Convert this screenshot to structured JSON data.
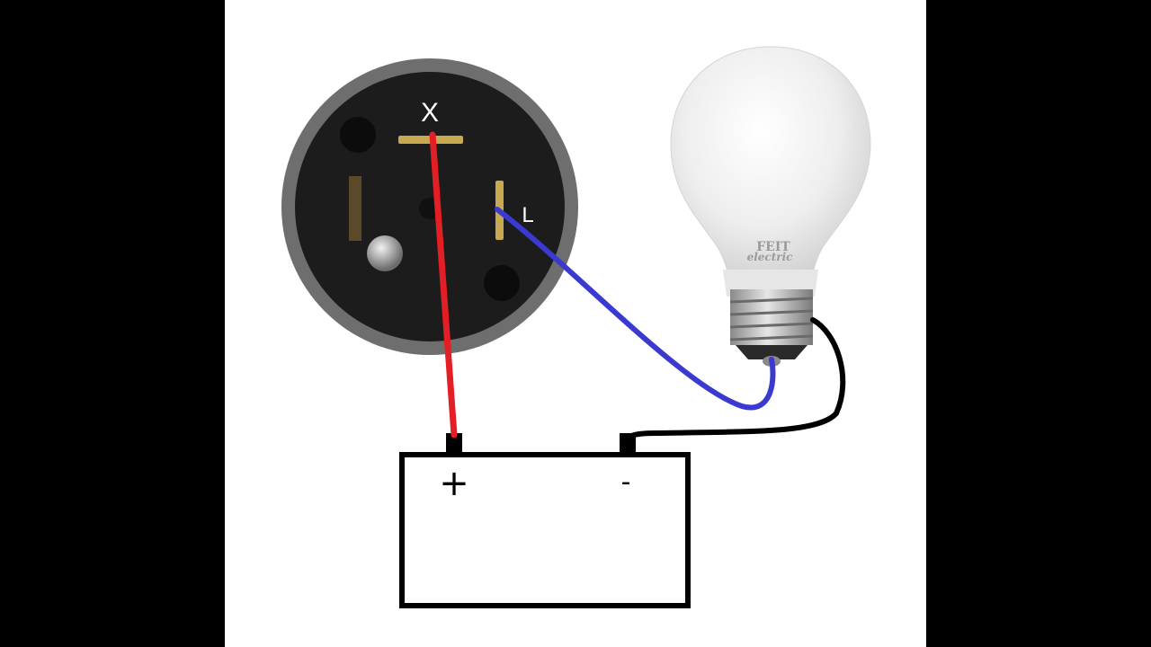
{
  "diagram": {
    "relay": {
      "terminal_x_label": "X",
      "terminal_l_label": "L"
    },
    "battery": {
      "positive_label": "+",
      "negative_label": "-"
    },
    "bulb": {
      "brand_line1": "FEIT",
      "brand_line2": "electric"
    },
    "wires": {
      "x_to_positive_color": "#e31e24",
      "l_to_bulb_color": "#3a3ad0",
      "bulb_to_negative_color": "#000000"
    }
  }
}
